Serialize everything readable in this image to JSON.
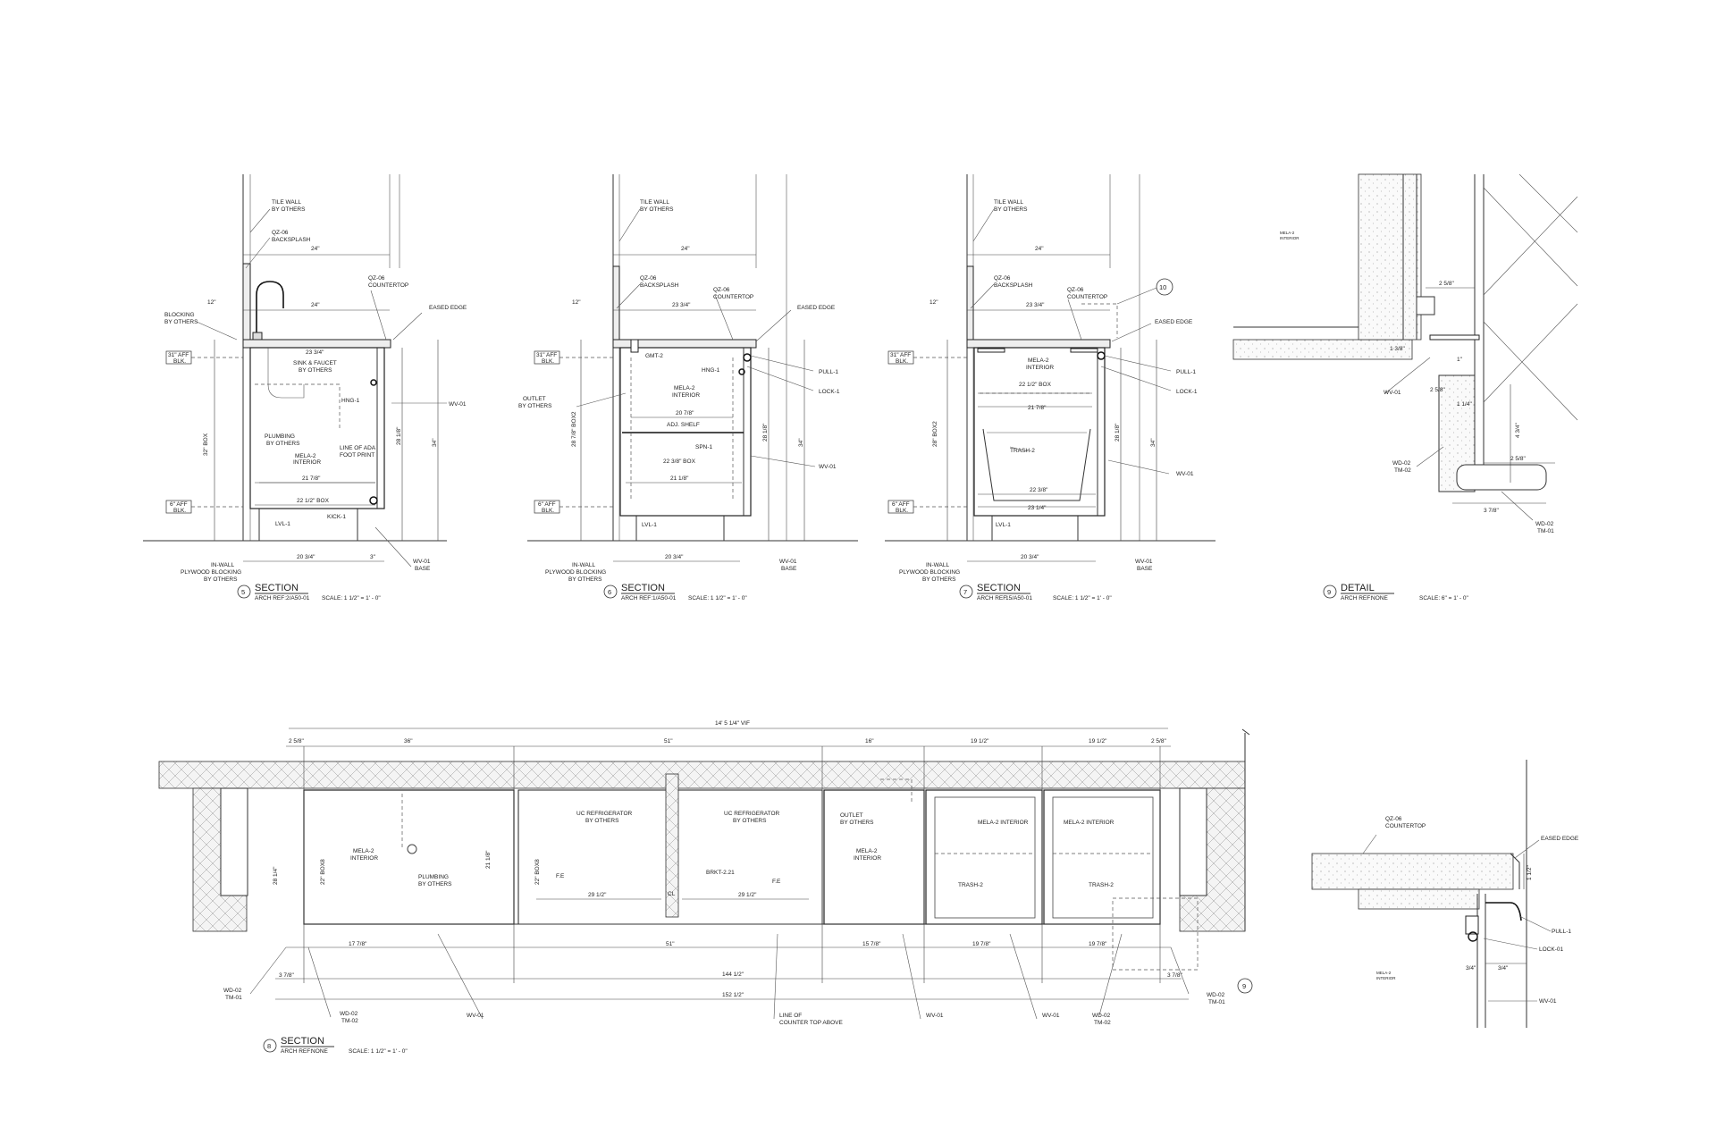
{
  "drawings": [
    {
      "number": "5",
      "title": "SECTION",
      "arch_ref_label": "ARCH REF:",
      "arch_ref": "2/A50-01",
      "scale": "SCALE: 1 1/2\" = 1' - 0\"",
      "labels": {
        "tile_wall": [
          "TILE WALL",
          "BY OTHERS"
        ],
        "backsplash": [
          "QZ-06",
          "BACKSPLASH"
        ],
        "countertop": [
          "QZ-06",
          "COUNTERTOP"
        ],
        "blocking": [
          "BLOCKING",
          "BY OTHERS"
        ],
        "eased_edge": "EASED EDGE",
        "aff31": [
          "31\" AFF",
          "BLK."
        ],
        "aff6": [
          "6\" AFF",
          "BLK."
        ],
        "sink": [
          "SINK & FAUCET",
          "BY OTHERS"
        ],
        "hng": "HNG-1",
        "wv01": "WV-01",
        "plumbing": [
          "PLUMBING",
          "BY OTHERS"
        ],
        "mela": [
          "MELA-2",
          "INTERIOR"
        ],
        "ada": [
          "LINE OF ADA",
          "FOOT PRINT"
        ],
        "kick": "KICK-1",
        "lvl": "LVL-1",
        "inwall": [
          "IN-WALL",
          "PLYWOOD BLOCKING",
          "BY OTHERS"
        ],
        "base": [
          "WV-01",
          "BASE"
        ]
      },
      "dims": {
        "w24a": "24\"",
        "w24b": "24\"",
        "h12": "12\"",
        "w23": "23 3/4\"",
        "box32": "32\" BOX",
        "h28": "28 1/8\"",
        "h34": "34\"",
        "w21": "21 7/8\"",
        "w22box": "22 1/2\" BOX",
        "w20": "20 3/4\"",
        "w3": "3\""
      }
    },
    {
      "number": "6",
      "title": "SECTION",
      "arch_ref_label": "ARCH REF:",
      "arch_ref": "1/A50-01",
      "scale": "SCALE: 1 1/2\" = 1' - 0\"",
      "labels": {
        "tile_wall": [
          "TILE WALL",
          "BY OTHERS"
        ],
        "backsplash": [
          "QZ-06",
          "BACKSPLASH"
        ],
        "countertop": [
          "QZ-06",
          "COUNTERTOP"
        ],
        "gmt": "GMT-2",
        "eased_edge": "EASED EDGE",
        "aff31": [
          "31\" AFF",
          "BLK."
        ],
        "aff6": [
          "6\" AFF",
          "BLK."
        ],
        "outlet": [
          "OUTLET",
          "BY OTHERS"
        ],
        "hng": "HNG-1",
        "pull": "PULL-1",
        "lock": "LOCK-1",
        "mela": [
          "MELA-2",
          "INTERIOR"
        ],
        "adj": "ADJ. SHELF",
        "spn": "SPN-1",
        "wv01": "WV-01",
        "box": "22 3/8\" BOX",
        "lvl": "LVL-1",
        "inwall": [
          "IN-WALL",
          "PLYWOOD BLOCKING",
          "BY OTHERS"
        ],
        "base": [
          "WV-01",
          "BASE"
        ]
      },
      "dims": {
        "w24": "24\"",
        "h12": "12\"",
        "w23": "23 3/4\"",
        "box28": "28 7/8\" BOX2",
        "h28": "28 1/8\"",
        "h34": "34\"",
        "w20b": "20 7/8\"",
        "w21": "21 1/8\"",
        "w20": "20 3/4\""
      }
    },
    {
      "number": "7",
      "title": "SECTION",
      "arch_ref_label": "ARCH REF:",
      "arch_ref": "15/A50-01",
      "scale": "SCALE: 1 1/2\" = 1' - 0\"",
      "callout": "10",
      "labels": {
        "tile_wall": [
          "TILE WALL",
          "BY OTHERS"
        ],
        "backsplash": [
          "QZ-06",
          "BACKSPLASH"
        ],
        "countertop": [
          "QZ-06",
          "COUNTERTOP"
        ],
        "eased_edge": "EASED EDGE",
        "aff31": [
          "31\" AFF",
          "BLK."
        ],
        "aff6": [
          "6\" AFF",
          "BLK."
        ],
        "mela": [
          "MELA-2",
          "INTERIOR"
        ],
        "pull": "PULL-1",
        "lock": "LOCK-1",
        "trash": "TRASH-2",
        "wv01": "WV-01",
        "lvl": "LVL-1",
        "inwall": [
          "IN-WALL",
          "PLYWOOD BLOCKING",
          "BY OTHERS"
        ],
        "base": [
          "WV-01",
          "BASE"
        ]
      },
      "dims": {
        "w24": "24\"",
        "h12": "12\"",
        "w23": "23 3/4\"",
        "box": "22 1/2\" BOX",
        "w21": "21 7/8\"",
        "box28": "28\" BOX2",
        "h28": "28 1/8\"",
        "h34": "34\"",
        "w22": "22 3/8\"",
        "w23b": "23 1/4\"",
        "w20": "20 3/4\""
      }
    },
    {
      "number": "9",
      "title": "DETAIL",
      "arch_ref_label": "ARCH REF:",
      "arch_ref": "NONE",
      "scale": "SCALE: 6\" = 1' - 0\"",
      "labels": {
        "mela": [
          "MELA-2",
          "INTERIOR"
        ],
        "wv01": "WV-01",
        "wd02a": [
          "WD-02",
          "TM-02"
        ],
        "wd02b": [
          "WD-02",
          "TM-01"
        ]
      },
      "dims": {
        "d1": "2 5/8\"",
        "d2": "1 3/8\"",
        "d3": "1\"",
        "d4": "2 5/8\"",
        "d5": "1 1/4\"",
        "d6": "4 3/4\"",
        "d7": "2 5/8\"",
        "d8": "3 7/8\""
      }
    },
    {
      "number": "8",
      "title": "SECTION",
      "arch_ref_label": "ARCH REF:",
      "arch_ref": "NONE",
      "scale": "SCALE: 1 1/2\" = 1' - 0\"",
      "callout": "9",
      "labels": {
        "mela1": [
          "MELA-2",
          "INTERIOR"
        ],
        "plumbing": [
          "PLUMBING",
          "BY OTHERS"
        ],
        "ucref1": [
          "UC REFRIGERATOR",
          "BY OTHERS"
        ],
        "ucref2": [
          "UC REFRIGERATOR",
          "BY OTHERS"
        ],
        "brkt": "BRKT-2.21",
        "outlet": [
          "OUTLET",
          "BY OTHERS"
        ],
        "mela3": [
          "MELA-2",
          "INTERIOR"
        ],
        "mela4": "MELA-2 INTERIOR",
        "mela5": "MELA-2 INTERIOR",
        "trash1": "TRASH-2",
        "trash2": "TRASH-2",
        "fe1": "F.E",
        "fe2": "F.E",
        "cl": "CL",
        "wd02tm01a": [
          "WD-02",
          "TM-01"
        ],
        "wd02tm02a": [
          "WD-02",
          "TM-02"
        ],
        "wv01a": "WV-01",
        "ctop": [
          "LINE OF",
          "COUNTER TOP ABOVE"
        ],
        "wv01b": "WV-01",
        "wv01c": "WV-01",
        "wd02tm02b": [
          "WD-02",
          "TM-02"
        ],
        "wd02tm01b": [
          "WD-02",
          "TM-01"
        ]
      },
      "dims": {
        "overall": "14' 5 1/4\" VIF",
        "a": "2 5/8\"",
        "b": "36\"",
        "c": "51\"",
        "d": "16\"",
        "e": "19 1/2\"",
        "f": "19 1/2\"",
        "g": "2 5/8\"",
        "h": "28 1/4\"",
        "box22a": "22\" BOX8",
        "box22b": "22\" BOX8",
        "i": "21 1/8\"",
        "j": "29 1/2\"",
        "k": "29 1/2\"",
        "l": "17 7/8\"",
        "m": "51\"",
        "n": "15 7/8\"",
        "o": "19 7/8\"",
        "p": "19 7/8\"",
        "q": "3 7/8\"",
        "r": "3 7/8\"",
        "s": "144 1/2\"",
        "t": "152 1/2\""
      }
    },
    {
      "number": "",
      "title": "",
      "labels": {
        "countertop": [
          "QZ-06",
          "COUNTERTOP"
        ],
        "eased_edge": "EASED EDGE",
        "pull": "PULL-1",
        "lock": "LOCK-01",
        "mela": [
          "MELA-2",
          "INTERIOR"
        ],
        "wv01": "WV-01"
      },
      "dims": {
        "d1": "1 1/2\"",
        "d2": "3/4\"",
        "d3": "3/4\""
      }
    }
  ]
}
